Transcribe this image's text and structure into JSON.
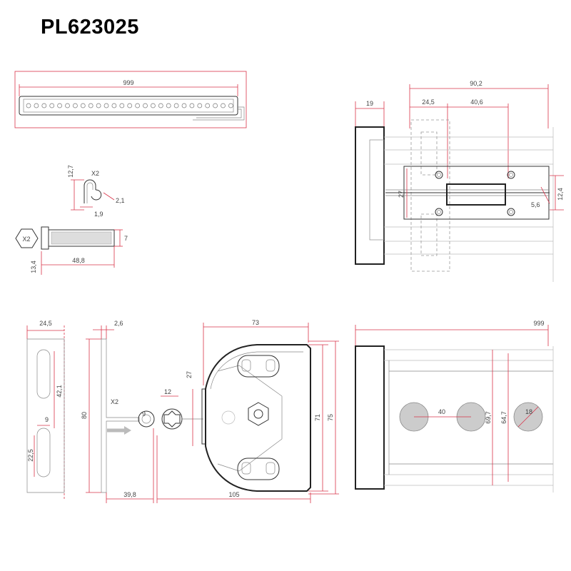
{
  "title": "PL623025",
  "colors": {
    "dimension": "#d9344a",
    "outline": "#333333",
    "hole_fill": "#cccccc"
  },
  "dimensions": {
    "bar_length": "999",
    "clip_height": "12,7",
    "clip_qty": "X2",
    "clip_gap": "2,1",
    "clip_thickness": "1,9",
    "screw_qty": "X2",
    "screw_head": "13,4",
    "screw_length": "48,8",
    "screw_diameter": "7",
    "profile_width": "19",
    "mount_total": "90,2",
    "mount_left": "24,5",
    "mount_hole_spacing": "40,6",
    "mount_height": "27",
    "mount_profile_height": "12,4",
    "mount_offset": "5,6",
    "bracket_width": "24,5",
    "bracket_thickness": "2,6",
    "bracket_slot_length": "42,1",
    "bracket_slot_width": "9",
    "bracket_slot_offset": "22,5",
    "bracket_height": "80",
    "spring_qty": "X2",
    "spring_dia": "9",
    "spring_offset": "39,8",
    "knob_dia": "12",
    "cap_width": "73",
    "cap_shaft": "27",
    "cap_inner_height": "71",
    "cap_outer_height": "75",
    "cap_depth": "105",
    "side_length": "999",
    "side_hole_spacing": "40",
    "side_hole_dia": "18",
    "side_inner": "69,7",
    "side_outer": "64,7"
  }
}
